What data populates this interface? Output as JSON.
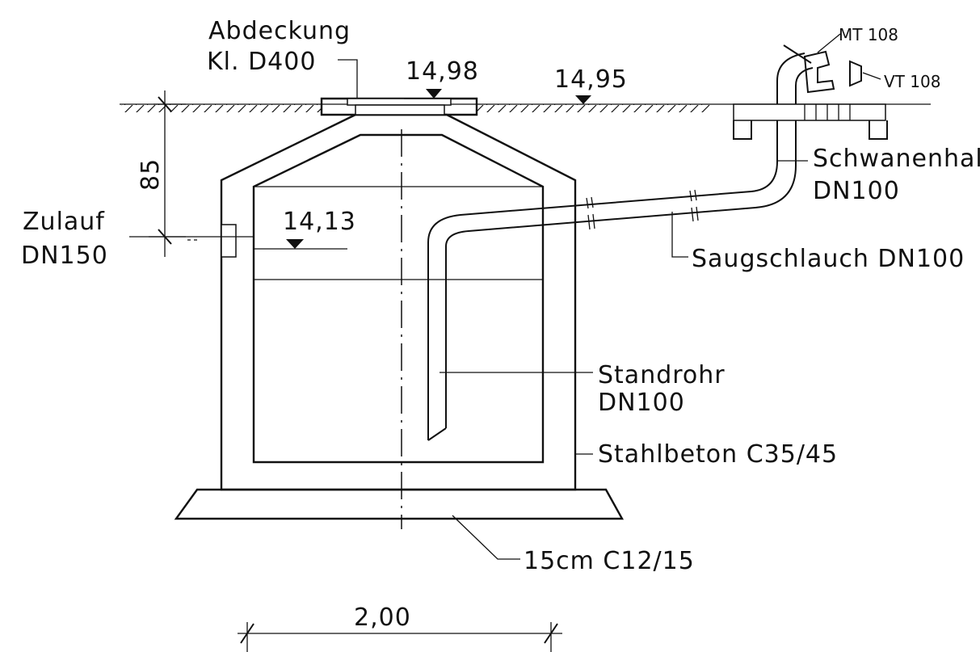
{
  "labels": {
    "cover_title": "Abdeckung",
    "cover_class": "Kl. D400",
    "level_cover": "14,98",
    "level_ground": "14,95",
    "depth": "85",
    "inlet_title": "Zulauf",
    "inlet_dn": "DN150",
    "level_inlet": "14,13",
    "coupling_mt": "MT 108",
    "coupling_vt": "VT 108",
    "gooseneck_title": "Schwanenhals",
    "gooseneck_dn": "DN100",
    "suction_hose": "Saugschlauch DN100",
    "standpipe_title": "Standrohr",
    "standpipe_dn": "DN100",
    "wall_material": "Stahlbeton C35/45",
    "base_slab": "15cm C12/15",
    "width": "2,00"
  },
  "colors": {
    "line": "#111111",
    "background": "#ffffff"
  }
}
